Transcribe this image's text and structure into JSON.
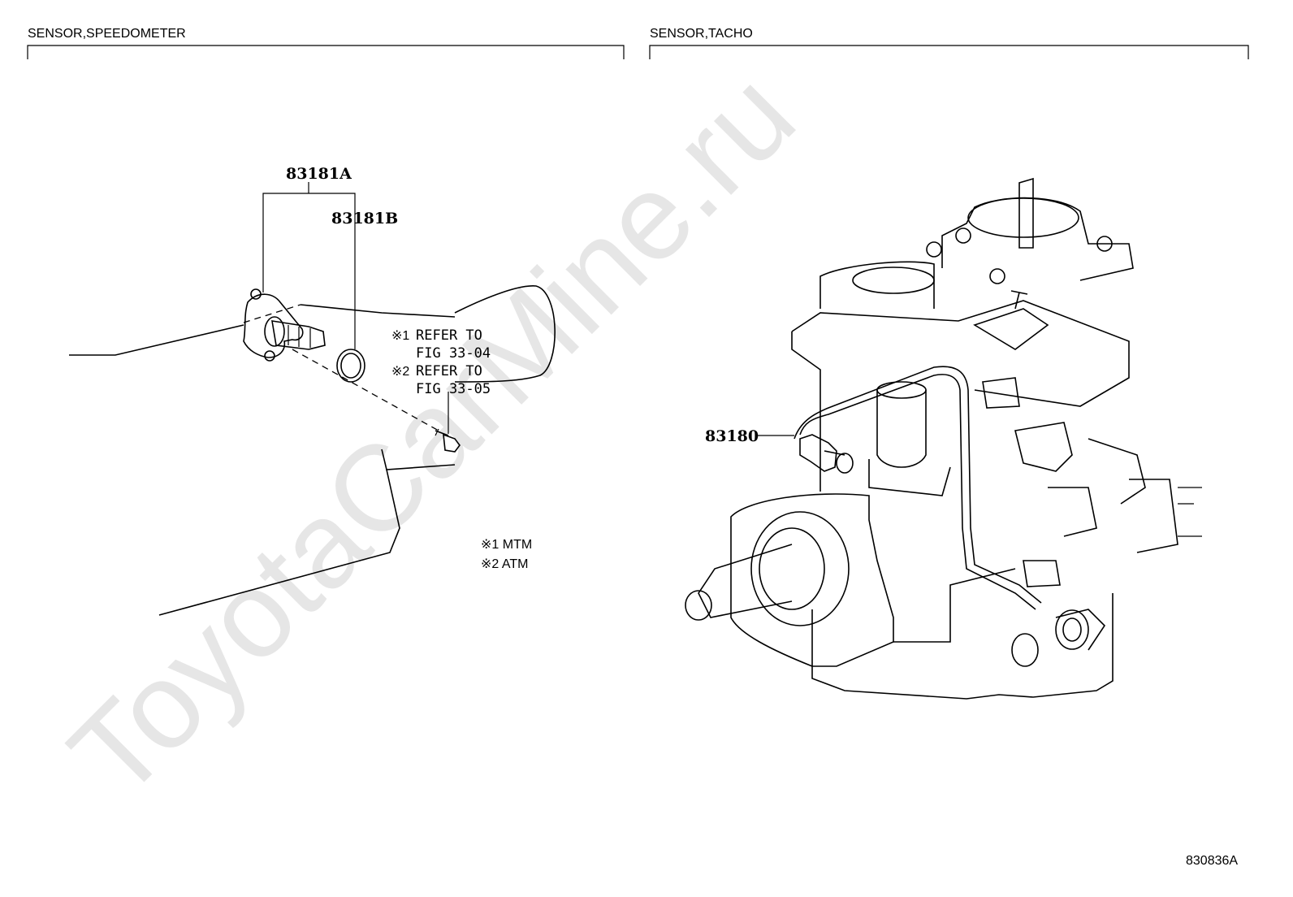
{
  "sections": {
    "left_title": "SENSOR,SPEEDOMETER",
    "right_title": "SENSOR,TACHO"
  },
  "watermark": "ToyotaCarMine.ru",
  "left_diagram": {
    "part_a": "83181A",
    "part_b": "83181B",
    "note1_mark": "※1",
    "note1_line1": "REFER  TO",
    "note1_line2": "FIG 33-04",
    "note2_mark": "※2",
    "note2_line1": "REFER  TO",
    "note2_line2": "FIG 33-05",
    "legend1": "※1 MTM",
    "legend2": "※2 ATM"
  },
  "right_diagram": {
    "part": "83180"
  },
  "figure_id": "830836A"
}
